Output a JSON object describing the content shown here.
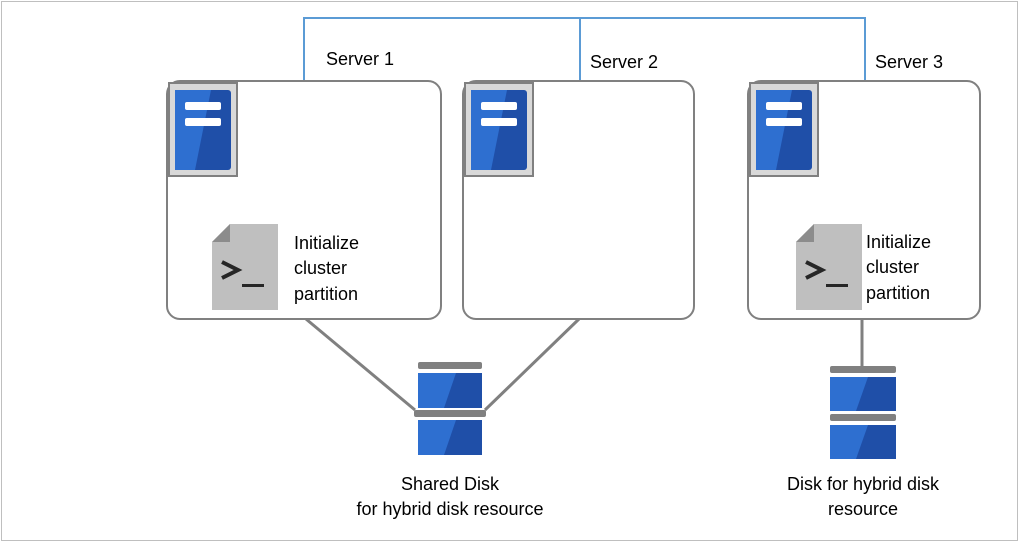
{
  "servers": [
    {
      "name": "Server 1"
    },
    {
      "name": "Server 2"
    },
    {
      "name": "Server 3"
    }
  ],
  "actions": {
    "server1": [
      "Initialize",
      "cluster",
      "partition"
    ],
    "server3": [
      "Initialize",
      "cluster",
      "partition"
    ]
  },
  "disks": {
    "shared": [
      "Shared Disk",
      "for hybrid disk resource"
    ],
    "hybrid": [
      "Disk for hybrid disk",
      "resource"
    ]
  },
  "colors": {
    "network_line": "#5b9bd5",
    "box_border": "#808080",
    "connector": "#808080",
    "server_blue": "#1f4fa8",
    "server_blue_light": "#2e6fd0",
    "script_gray": "#bfbfbf"
  },
  "icons": {
    "server": "server-icon",
    "script": "terminal-script-icon",
    "disk": "disk-icon"
  }
}
